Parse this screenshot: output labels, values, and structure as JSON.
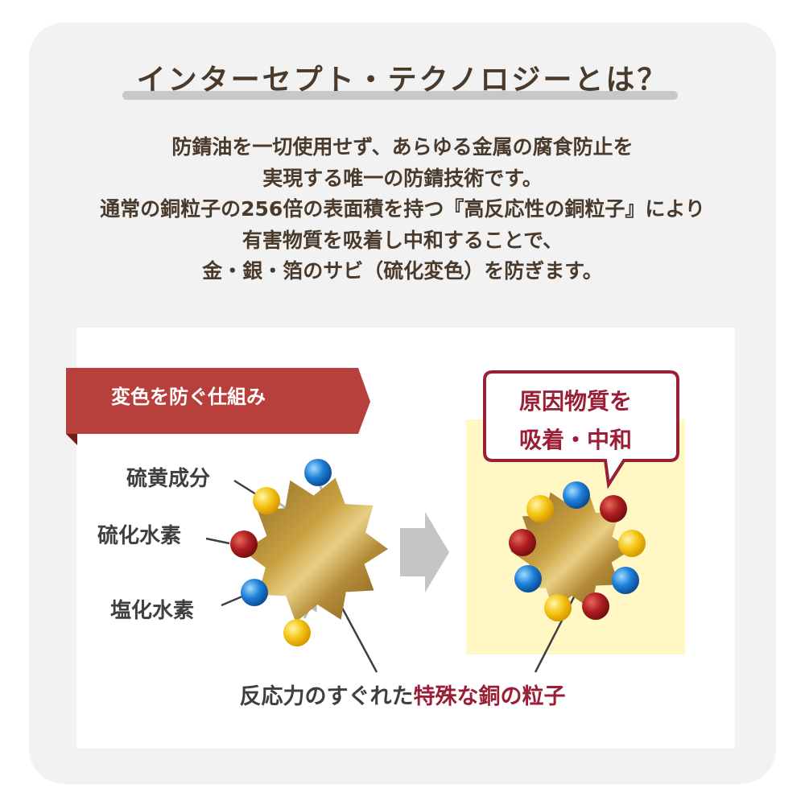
{
  "title": "インターセプト・テクノロジーとは？",
  "intro_lines": [
    "防錆油を一切使用せず、あらゆる金属の腐食防止を",
    "実現する唯一の防錆技術です。",
    "通常の銅粒子の256倍の表面積を持つ『高反応性の銅粒子』により",
    "有害物質を吸着し中和することで、",
    "金・銀・箔のサビ（硫化変色）を防ぎます。"
  ],
  "diagram": {
    "ribbon_label": "変色を防ぐ仕組み",
    "labels": {
      "sulfur": "硫黄成分",
      "hydrogen_sulfide": "硫化水素",
      "hydrogen_chloride": "塩化水素"
    },
    "callout_lines": [
      "原因物質を",
      "吸着・中和"
    ],
    "caption_plain": "反応力のすぐれた",
    "caption_highlight": "特殊な銅の粒子"
  },
  "colors": {
    "brown_text": "#4a3a2c",
    "ribbon": "#b8403c",
    "accent_red": "#9a1e35",
    "yellow_bg": "#fff8c4",
    "particle_yellow": "#f5c518",
    "particle_red": "#b01e22",
    "particle_blue": "#1e80d8",
    "copper_gold": "#c8a040"
  }
}
